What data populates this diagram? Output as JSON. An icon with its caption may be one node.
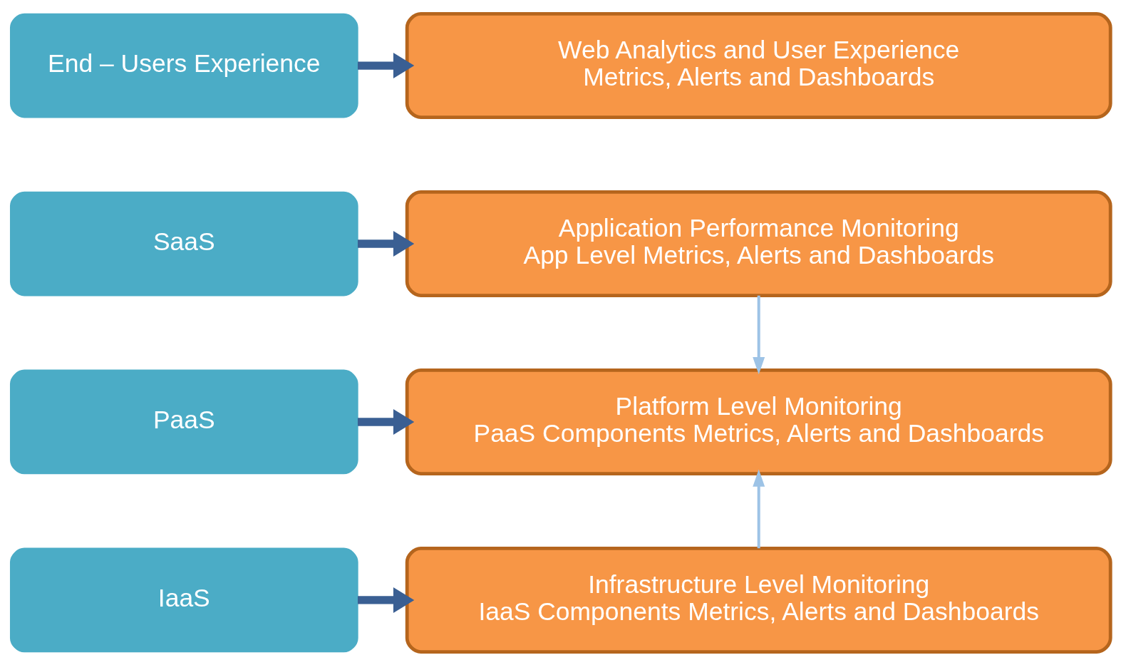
{
  "diagram": {
    "nodes": [
      {
        "text": [
          "End – Users Experience"
        ]
      },
      {
        "text": [
          "Web Analytics and User Experience",
          "Metrics, Alerts and Dashboards"
        ]
      },
      {
        "text": [
          "SaaS"
        ]
      },
      {
        "text": [
          "Application Performance Monitoring",
          "App Level Metrics, Alerts and Dashboards"
        ]
      },
      {
        "text": [
          "PaaS"
        ]
      },
      {
        "text": [
          "Platform Level Monitoring",
          "PaaS Components Metrics, Alerts and Dashboards"
        ]
      },
      {
        "text": [
          "IaaS"
        ]
      },
      {
        "text": [
          "Infrastructure Level Monitoring",
          "IaaS Components Metrics, Alerts and Dashboards"
        ]
      }
    ],
    "edges": [
      {
        "from": 0,
        "to": 1,
        "arrow": "to"
      },
      {
        "from": 2,
        "to": 3,
        "arrow": "to"
      },
      {
        "from": 3,
        "to": 5,
        "arrow": "to",
        "color": "#9dc3e6"
      },
      {
        "from": 4,
        "to": 5,
        "arrow": "to"
      },
      {
        "from": 7,
        "to": 5,
        "arrow": "to",
        "color": "#9dc3e6"
      },
      {
        "from": 6,
        "to": 7,
        "arrow": "to"
      }
    ]
  }
}
